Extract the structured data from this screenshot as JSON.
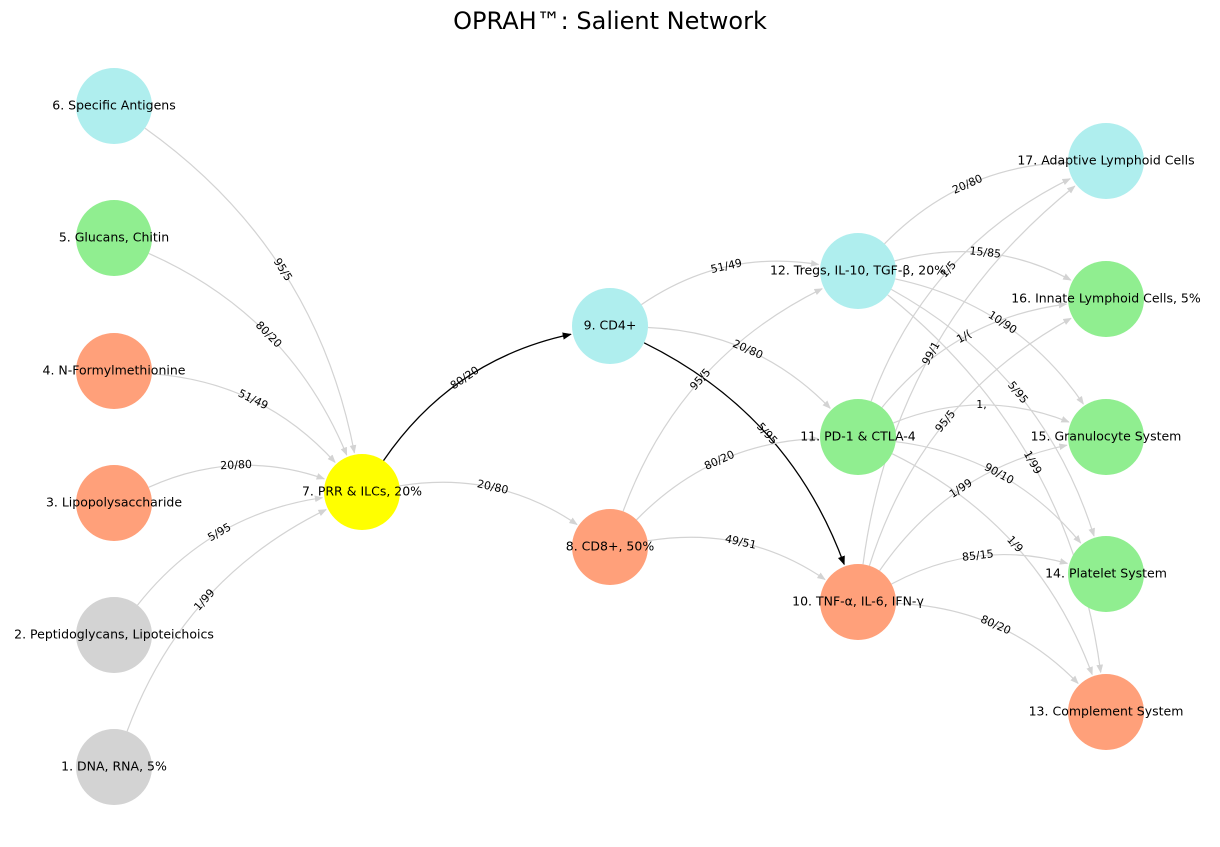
{
  "title": "OPRAH™: Salient Network",
  "colors": {
    "grey": "#d3d3d3",
    "green": "#90ee90",
    "salmon": "#ffa07a",
    "cyan": "#afeeee",
    "yellow": "#ffff00",
    "edge": "#d3d3d3",
    "edge_highlight": "#000000"
  },
  "nodes": [
    {
      "id": "n1",
      "label": "1. DNA, RNA,  5%",
      "color": "grey"
    },
    {
      "id": "n2",
      "label": "2. Peptidoglycans, Lipoteichoics",
      "color": "grey"
    },
    {
      "id": "n3",
      "label": "3. Lipopolysaccharide",
      "color": "salmon"
    },
    {
      "id": "n4",
      "label": "4. N-Formylmethionine",
      "color": "salmon"
    },
    {
      "id": "n5",
      "label": "5. Glucans, Chitin",
      "color": "green"
    },
    {
      "id": "n6",
      "label": "6. Specific Antigens",
      "color": "cyan"
    },
    {
      "id": "n7",
      "label": "7. PRR & ILCs, 20%",
      "color": "yellow"
    },
    {
      "id": "n8",
      "label": "8. CD8+, 50%",
      "color": "salmon"
    },
    {
      "id": "n9",
      "label": "9. CD4+",
      "color": "cyan"
    },
    {
      "id": "n10",
      "label": "10. TNF-α, IL-6, IFN-γ",
      "color": "salmon"
    },
    {
      "id": "n11",
      "label": "11. PD-1 & CTLA-4",
      "color": "green"
    },
    {
      "id": "n12",
      "label": "12. Tregs, IL-10, TGF-β, 20%",
      "color": "cyan"
    },
    {
      "id": "n13",
      "label": "13. Complement System",
      "color": "salmon"
    },
    {
      "id": "n14",
      "label": "14. Platelet System",
      "color": "green"
    },
    {
      "id": "n15",
      "label": "15. Granulocyte System",
      "color": "green"
    },
    {
      "id": "n16",
      "label": "16. Innate Lymphoid Cells, 5%",
      "color": "green"
    },
    {
      "id": "n17",
      "label": "17. Adaptive Lymphoid Cells",
      "color": "cyan"
    }
  ],
  "edges": [
    {
      "from": "n1",
      "to": "n7",
      "label": "1/99",
      "highlight": false
    },
    {
      "from": "n2",
      "to": "n7",
      "label": "5/95",
      "highlight": false
    },
    {
      "from": "n3",
      "to": "n7",
      "label": "20/80",
      "highlight": false
    },
    {
      "from": "n4",
      "to": "n7",
      "label": "51/49",
      "highlight": false
    },
    {
      "from": "n5",
      "to": "n7",
      "label": "80/20",
      "highlight": false
    },
    {
      "from": "n6",
      "to": "n7",
      "label": "95/5",
      "highlight": false
    },
    {
      "from": "n7",
      "to": "n9",
      "label": "80/20",
      "highlight": true
    },
    {
      "from": "n7",
      "to": "n8",
      "label": "20/80",
      "highlight": false
    },
    {
      "from": "n9",
      "to": "n12",
      "label": "51/49",
      "highlight": false
    },
    {
      "from": "n9",
      "to": "n11",
      "label": "20/80",
      "highlight": false
    },
    {
      "from": "n9",
      "to": "n10",
      "label": "5/95",
      "highlight": true
    },
    {
      "from": "n8",
      "to": "n12",
      "label": "95/5",
      "highlight": false
    },
    {
      "from": "n8",
      "to": "n11",
      "label": "80/20",
      "highlight": false
    },
    {
      "from": "n8",
      "to": "n10",
      "label": "49/51",
      "highlight": false
    },
    {
      "from": "n12",
      "to": "n17",
      "label": "20/80",
      "highlight": false
    },
    {
      "from": "n12",
      "to": "n16",
      "label": "15/85",
      "highlight": false
    },
    {
      "from": "n12",
      "to": "n15",
      "label": "10/90",
      "highlight": false
    },
    {
      "from": "n12",
      "to": "n14",
      "label": "5/95",
      "highlight": false
    },
    {
      "from": "n12",
      "to": "n13",
      "label": "1/99",
      "highlight": false
    },
    {
      "from": "n11",
      "to": "n17",
      "label": "1/5",
      "highlight": false
    },
    {
      "from": "n11",
      "to": "n16",
      "label": "1/(",
      "highlight": false
    },
    {
      "from": "n11",
      "to": "n15",
      "label": "1,",
      "highlight": false
    },
    {
      "from": "n11",
      "to": "n14",
      "label": "90/10",
      "highlight": false
    },
    {
      "from": "n11",
      "to": "n13",
      "label": "1/9",
      "highlight": false
    },
    {
      "from": "n10",
      "to": "n17",
      "label": "99/1",
      "highlight": false
    },
    {
      "from": "n10",
      "to": "n16",
      "label": "95/5",
      "highlight": false
    },
    {
      "from": "n10",
      "to": "n15",
      "label": "1/99",
      "highlight": false
    },
    {
      "from": "n10",
      "to": "n14",
      "label": "85/15",
      "highlight": false
    },
    {
      "from": "n10",
      "to": "n13",
      "label": "80/20",
      "highlight": false
    }
  ]
}
